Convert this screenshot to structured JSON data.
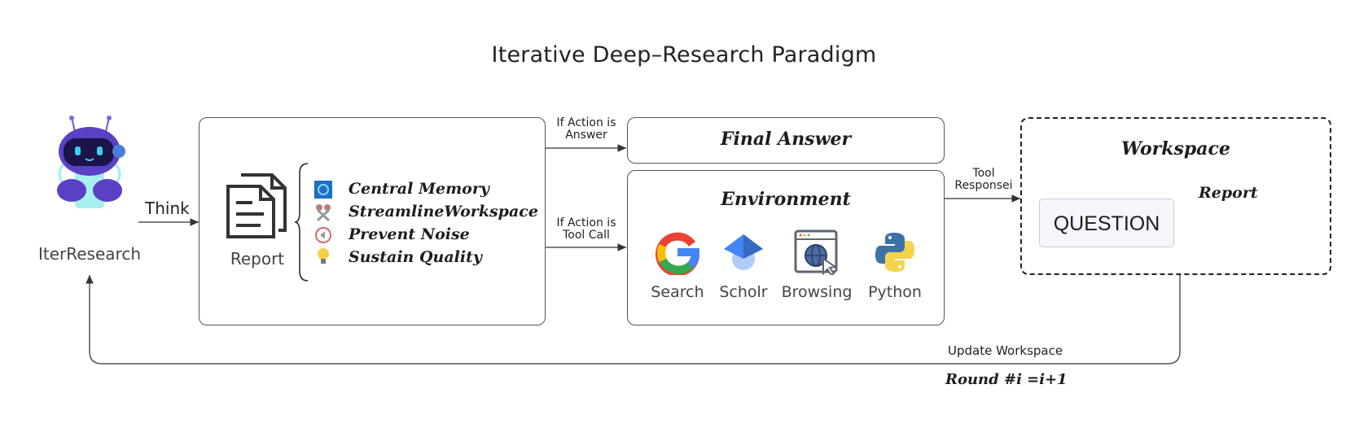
{
  "title": "Iterative Deep–Research Paradigm",
  "agent": {
    "name": "IterResearch",
    "icon": "robot-mascot-icon",
    "think_label": "Think"
  },
  "report_block": {
    "label": "Report",
    "icon": "document-stack-icon",
    "features": [
      {
        "label": "Central Memory",
        "icon": "refresh-icon"
      },
      {
        "label": "StreamlineWorkspace",
        "icon": "scissors-icon"
      },
      {
        "label": "Prevent Noise",
        "icon": "mute-icon"
      },
      {
        "label": "Sustain Quality",
        "icon": "lightbulb-icon"
      }
    ]
  },
  "branches": {
    "answer_label_line1": "If Action is",
    "answer_label_line2": "Answer",
    "tool_label_line1": "If Action is",
    "tool_label_line2": "Tool Call"
  },
  "final_answer": {
    "title": "Final Answer"
  },
  "environment": {
    "title": "Environment",
    "tools": [
      {
        "label": "Search",
        "icon": "google-icon"
      },
      {
        "label": "Scholr",
        "icon": "scholar-cap-icon"
      },
      {
        "label": "Browsing",
        "icon": "browser-globe-icon"
      },
      {
        "label": "Python",
        "icon": "python-icon"
      }
    ]
  },
  "tool_response": {
    "line1": "Tool",
    "line2": "Responsei"
  },
  "workspace": {
    "title": "Workspace",
    "report_label": "Report",
    "question_label": "QUESTION"
  },
  "loop": {
    "update_label": "Update Workspace",
    "round_label": "Round #i =i+1"
  },
  "colors": {
    "line": "#555555",
    "robot_purple": "#5b3fc4",
    "robot_cyan": "#7ee6e8",
    "question_bg": "#f5f6fc"
  }
}
